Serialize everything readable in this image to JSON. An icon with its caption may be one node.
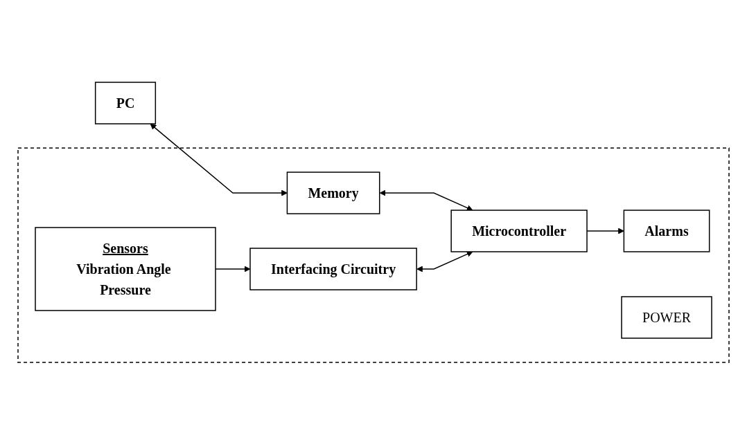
{
  "diagram": {
    "nodes": [
      {
        "text": [
          "PC"
        ]
      },
      {
        "text": [],
        "shape": "box"
      },
      {
        "text": [
          "Memory"
        ],
        "in": 1
      },
      {
        "text": [
          "Sensors",
          "Vibration Angle Pressure"
        ],
        "in": 1
      },
      {
        "text": [
          "Interfacing Circuitry"
        ],
        "in": 1
      },
      {
        "text": [
          "Microcontroller"
        ],
        "in": 1
      },
      {
        "text": [
          "Alarms"
        ],
        "in": 1
      },
      {
        "text": [
          "POWER"
        ],
        "in": 1
      }
    ],
    "edges": [
      {
        "from": 0,
        "to": 2,
        "arrow": "both"
      },
      {
        "from": 2,
        "to": 5,
        "arrow": "both"
      },
      {
        "from": 3,
        "to": 4,
        "arrow": "to"
      },
      {
        "from": 4,
        "to": 5,
        "arrow": "both"
      },
      {
        "from": 5,
        "to": 6,
        "arrow": "to"
      }
    ]
  }
}
